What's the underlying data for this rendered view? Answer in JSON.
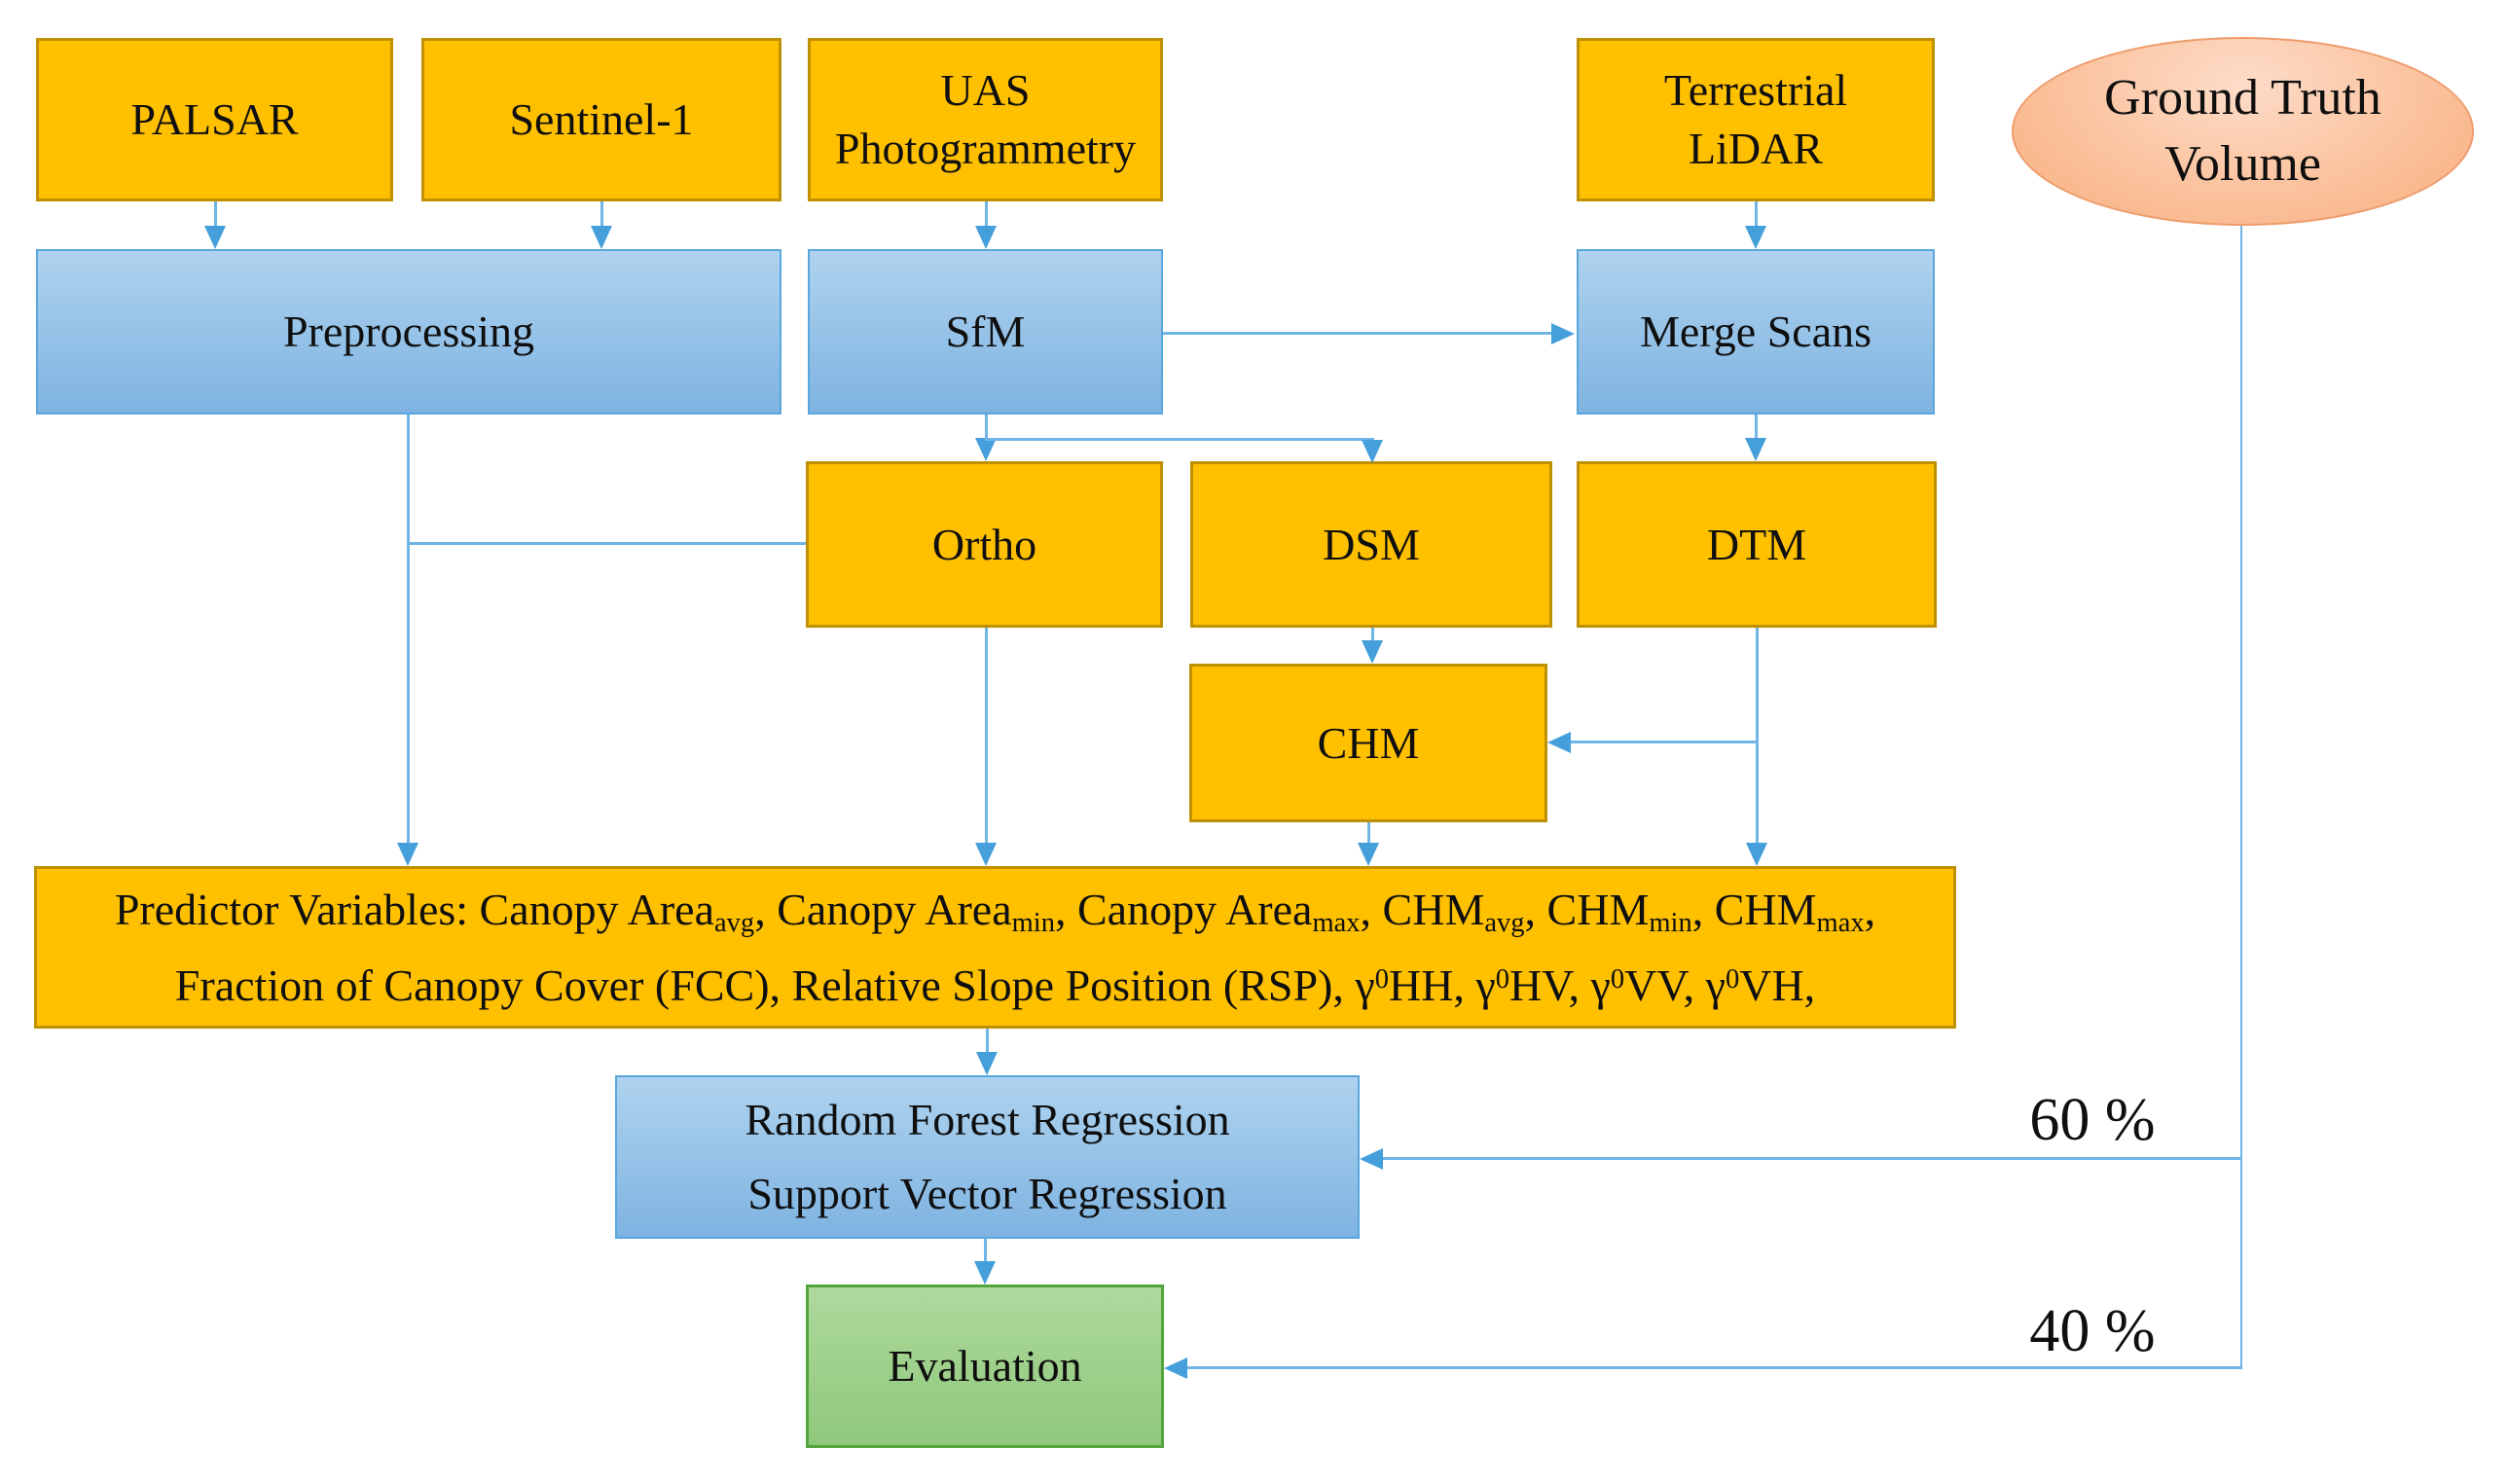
{
  "colors": {
    "orange_fill": "#FFC000",
    "orange_border": "#BF9000",
    "blue_fill_top": "#AFD3EF",
    "blue_fill_bottom": "#7EB3E1",
    "blue_border": "#5AA7DE",
    "green_fill_top": "#AED99D",
    "green_fill_bottom": "#8FC87B",
    "green_border": "#54A53C",
    "salmon_fill": "#FAB98F",
    "salmon_border": "#EE9C6D",
    "connector_blue": "#6FB5E5",
    "text": "#0f0f0f"
  },
  "nodes": {
    "palsar": {
      "label": "PALSAR"
    },
    "sentinel": {
      "label": "Sentinel-1"
    },
    "uas": {
      "label": "UAS\nPhotogrammetry"
    },
    "terrestrial_lidar": {
      "label": "Terrestrial\nLiDAR"
    },
    "ground_truth": {
      "label": "Ground Truth\nVolume"
    },
    "preprocessing": {
      "label": "Preprocessing"
    },
    "sfm": {
      "label": "SfM"
    },
    "merge_scans": {
      "label": "Merge Scans"
    },
    "ortho": {
      "label": "Ortho"
    },
    "dsm": {
      "label": "DSM"
    },
    "dtm": {
      "label": "DTM"
    },
    "chm": {
      "label": "CHM"
    },
    "models": {
      "label": "Random Forest Regression\nSupport Vector Regression"
    },
    "evaluation": {
      "label": "Evaluation"
    }
  },
  "predictor": {
    "lines": [
      [
        {
          "t": "Predictor Variables: Canopy Area"
        },
        {
          "t": "avg",
          "style": "sub"
        },
        {
          "t": ", Canopy Area"
        },
        {
          "t": "min",
          "style": "sub"
        },
        {
          "t": ", Canopy Area"
        },
        {
          "t": "max",
          "style": "sub"
        },
        {
          "t": ",  CHM"
        },
        {
          "t": "avg",
          "style": "sub"
        },
        {
          "t": ", CHM"
        },
        {
          "t": "min",
          "style": "sub"
        },
        {
          "t": ", CHM"
        },
        {
          "t": "max",
          "style": "sub"
        },
        {
          "t": ","
        }
      ],
      [
        {
          "t": "Fraction of Canopy Cover (FCC), Relative Slope Position (RSP), γ"
        },
        {
          "t": "0",
          "style": "sup"
        },
        {
          "t": "HH, γ"
        },
        {
          "t": "0",
          "style": "sup"
        },
        {
          "t": "HV, γ"
        },
        {
          "t": "0",
          "style": "sup"
        },
        {
          "t": "VV, γ"
        },
        {
          "t": "0",
          "style": "sup"
        },
        {
          "t": "VH,"
        }
      ]
    ]
  },
  "edge_labels": {
    "train_split": "60 %",
    "test_split": "40 %"
  }
}
